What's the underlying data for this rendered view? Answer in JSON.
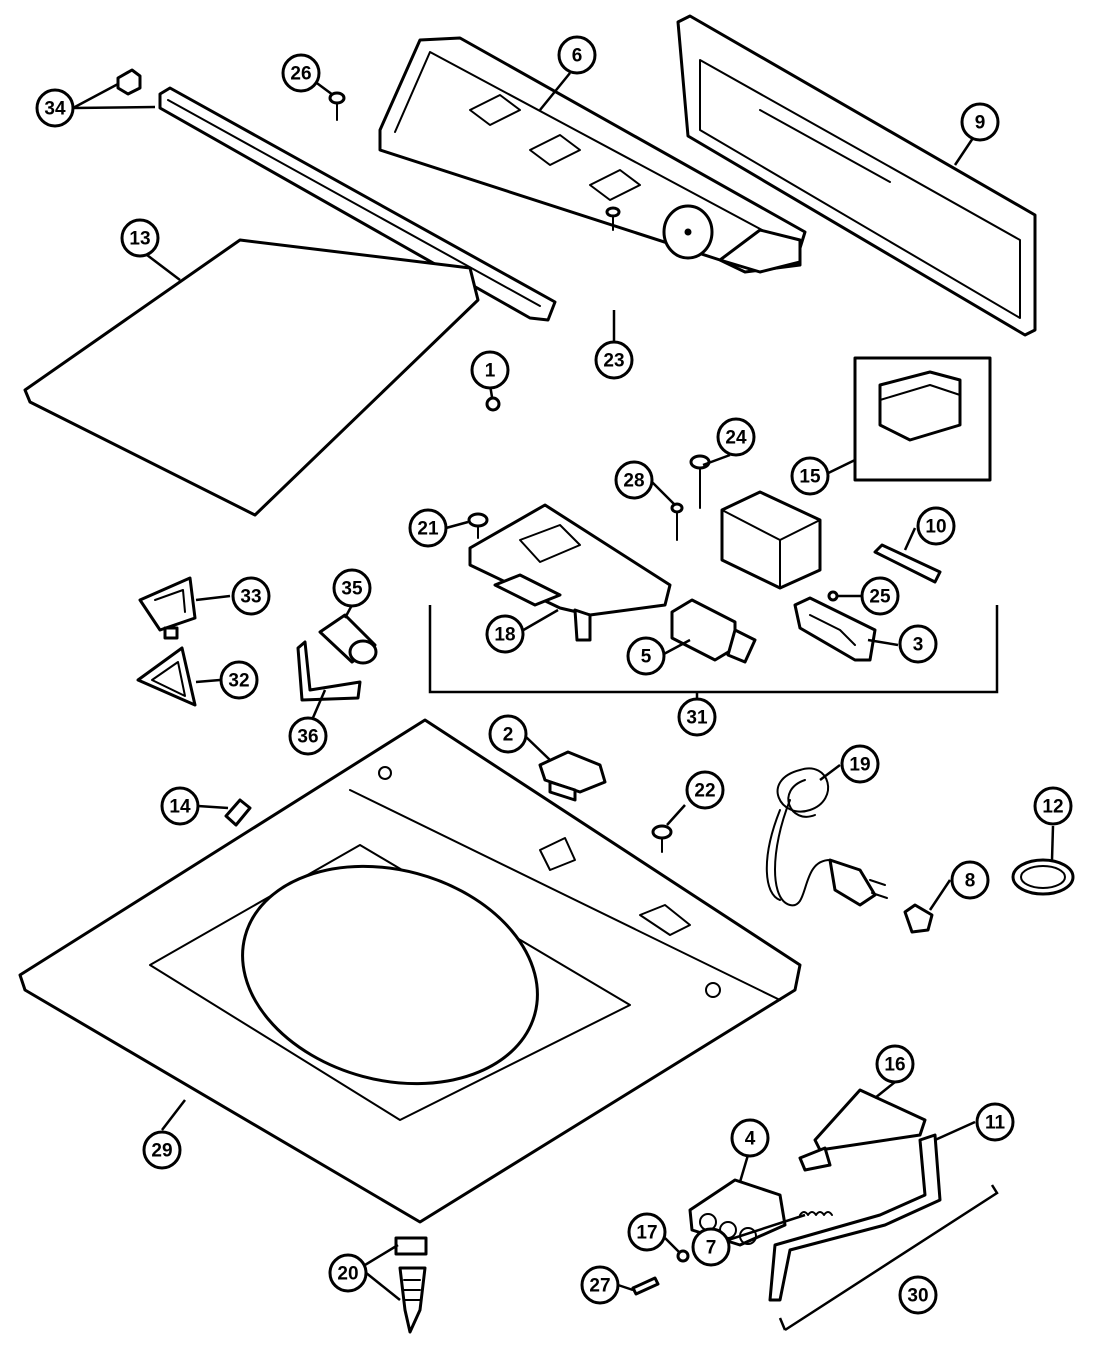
{
  "callouts": [
    {
      "id": "34",
      "label": "34"
    },
    {
      "id": "26",
      "label": "26"
    },
    {
      "id": "6",
      "label": "6"
    },
    {
      "id": "9",
      "label": "9"
    },
    {
      "id": "13",
      "label": "13"
    },
    {
      "id": "1",
      "label": "1"
    },
    {
      "id": "23",
      "label": "23"
    },
    {
      "id": "24",
      "label": "24"
    },
    {
      "id": "15",
      "label": "15"
    },
    {
      "id": "28",
      "label": "28"
    },
    {
      "id": "21",
      "label": "21"
    },
    {
      "id": "10",
      "label": "10"
    },
    {
      "id": "25",
      "label": "25"
    },
    {
      "id": "33",
      "label": "33"
    },
    {
      "id": "35",
      "label": "35"
    },
    {
      "id": "18",
      "label": "18"
    },
    {
      "id": "5",
      "label": "5"
    },
    {
      "id": "3",
      "label": "3"
    },
    {
      "id": "32",
      "label": "32"
    },
    {
      "id": "36",
      "label": "36"
    },
    {
      "id": "31",
      "label": "31"
    },
    {
      "id": "2",
      "label": "2"
    },
    {
      "id": "19",
      "label": "19"
    },
    {
      "id": "12",
      "label": "12"
    },
    {
      "id": "14",
      "label": "14"
    },
    {
      "id": "22",
      "label": "22"
    },
    {
      "id": "8",
      "label": "8"
    },
    {
      "id": "16",
      "label": "16"
    },
    {
      "id": "11",
      "label": "11"
    },
    {
      "id": "4",
      "label": "4"
    },
    {
      "id": "29",
      "label": "29"
    },
    {
      "id": "17",
      "label": "17"
    },
    {
      "id": "27",
      "label": "27"
    },
    {
      "id": "7",
      "label": "7"
    },
    {
      "id": "30",
      "label": "30"
    },
    {
      "id": "20",
      "label": "20"
    }
  ]
}
